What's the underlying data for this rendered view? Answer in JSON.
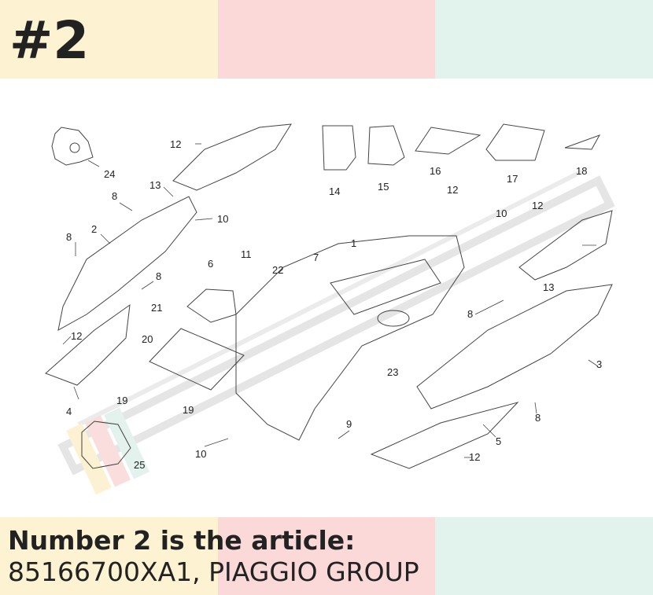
{
  "heading": "#2",
  "caption": {
    "line1": "Number 2 is the article:",
    "line2": "85166700XA1, PIAGGIO GROUP"
  },
  "colors": {
    "band_yellow": "#fdf3d2",
    "band_pink": "#fbd9d9",
    "band_mint": "#e1f3ec",
    "watermark": "#d8d8d8"
  },
  "watermark_icon": "motorcycle-parts-logo",
  "callouts": [
    "1",
    "2",
    "3",
    "4",
    "5",
    "6",
    "7",
    "8",
    "8",
    "8",
    "8",
    "8",
    "9",
    "10",
    "10",
    "10",
    "11",
    "12",
    "12",
    "12",
    "12",
    "12",
    "13",
    "13",
    "14",
    "15",
    "16",
    "17",
    "18",
    "19",
    "19",
    "20",
    "21",
    "22",
    "23",
    "24",
    "25"
  ]
}
